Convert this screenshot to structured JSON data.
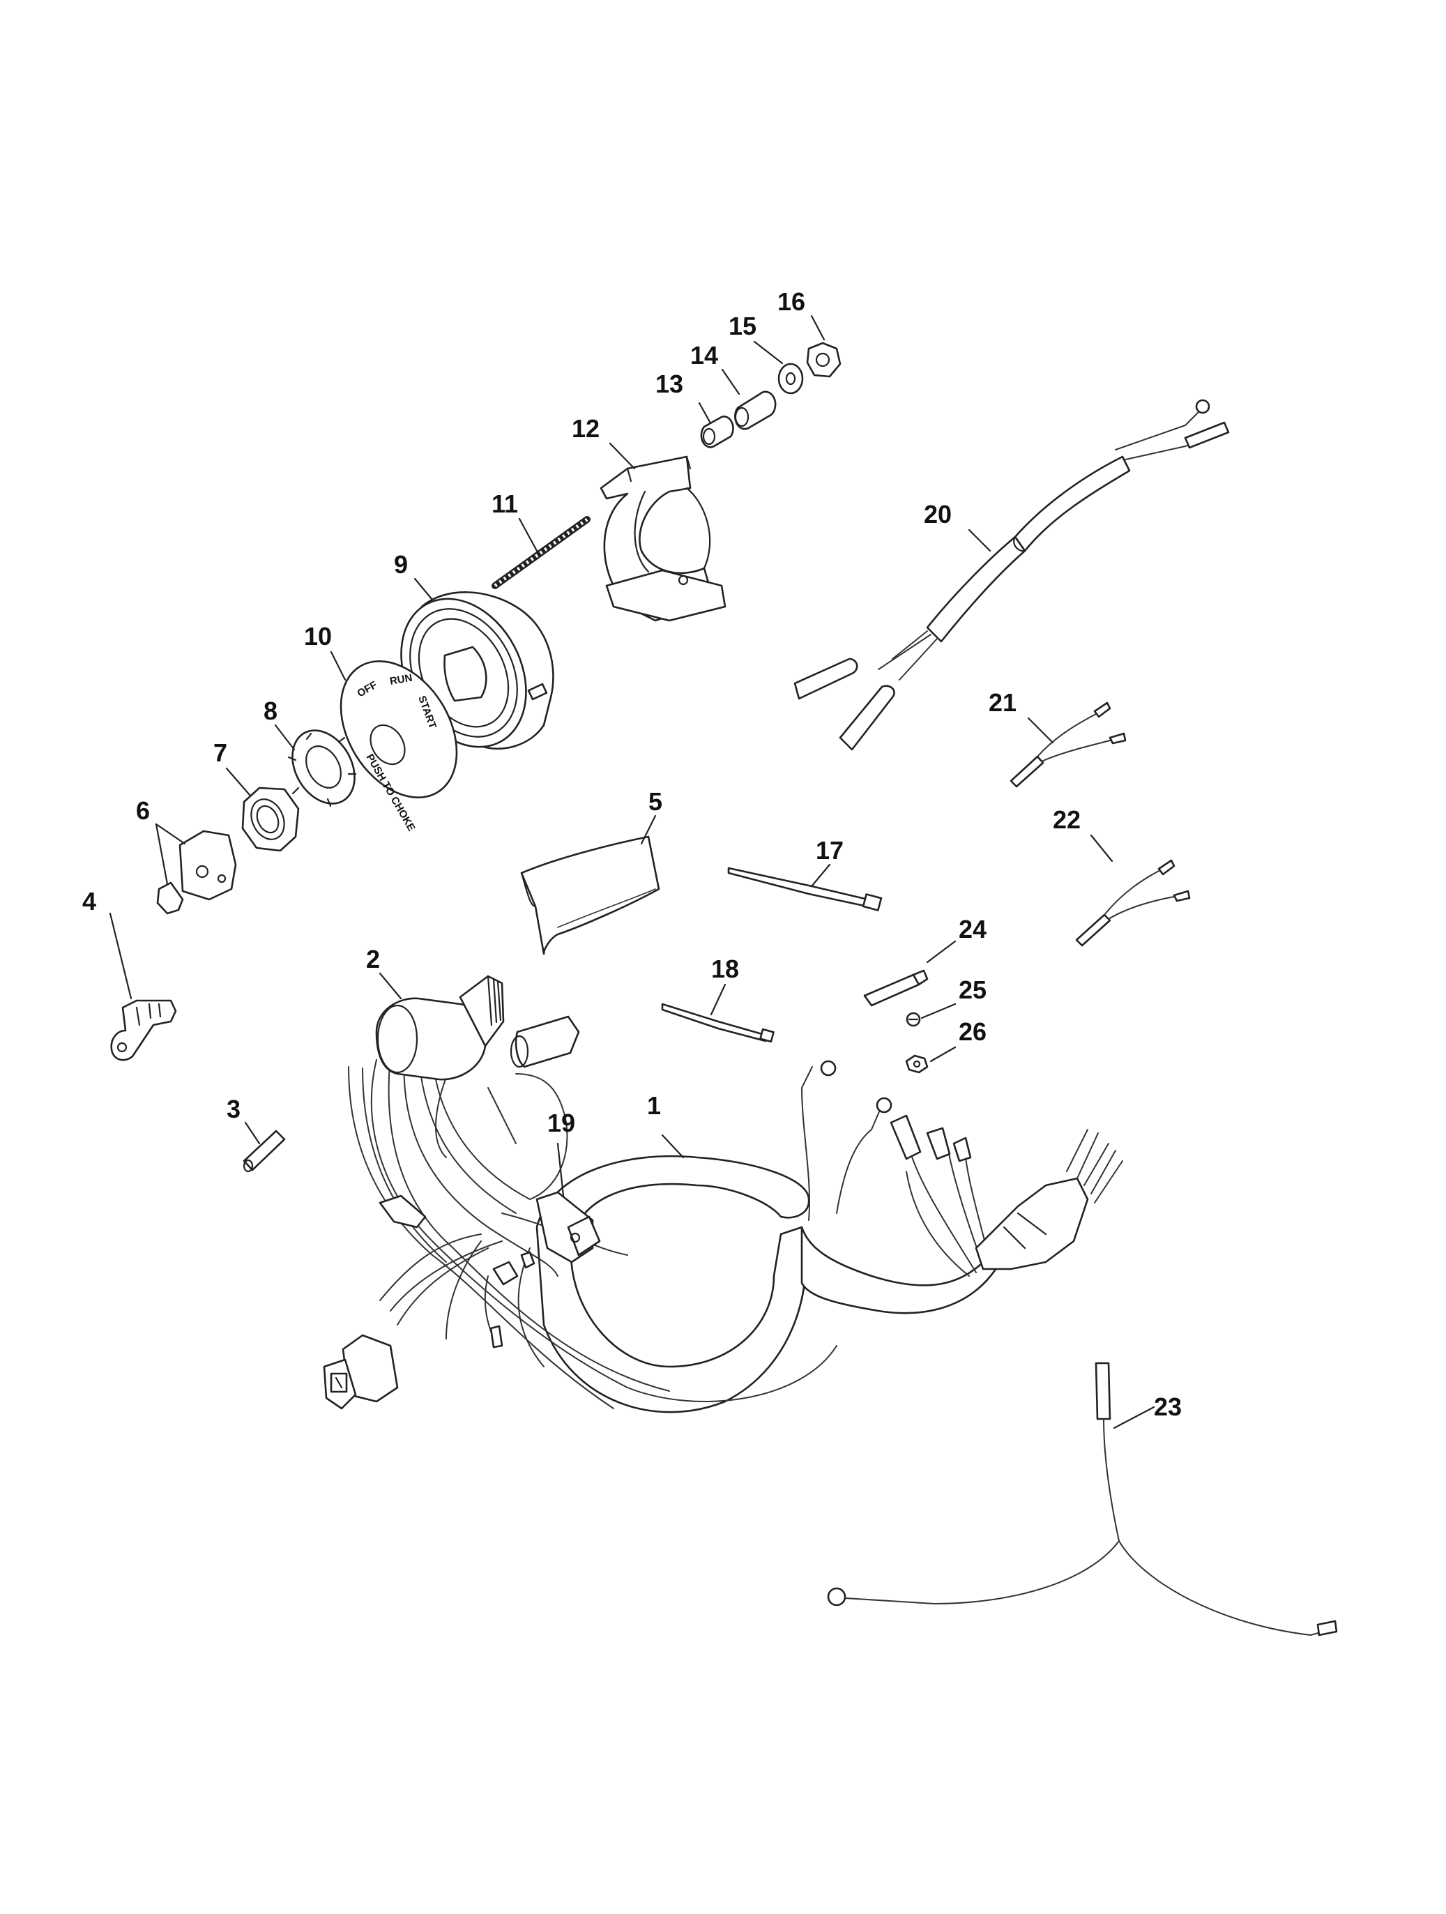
{
  "callouts": {
    "c1": "1",
    "c2": "2",
    "c3": "3",
    "c4": "4",
    "c5": "5",
    "c6": "6",
    "c7": "7",
    "c8": "8",
    "c9": "9",
    "c10": "10",
    "c11": "11",
    "c12": "12",
    "c13": "13",
    "c14": "14",
    "c15": "15",
    "c16": "16",
    "c17": "17",
    "c18": "18",
    "c19": "19",
    "c20": "20",
    "c21": "21",
    "c22": "22",
    "c23": "23",
    "c24": "24",
    "c25": "25",
    "c26": "26"
  },
  "decal_text": {
    "off": "OFF",
    "run": "RUN",
    "start": "START",
    "push": "PUSH TO CHOKE"
  }
}
